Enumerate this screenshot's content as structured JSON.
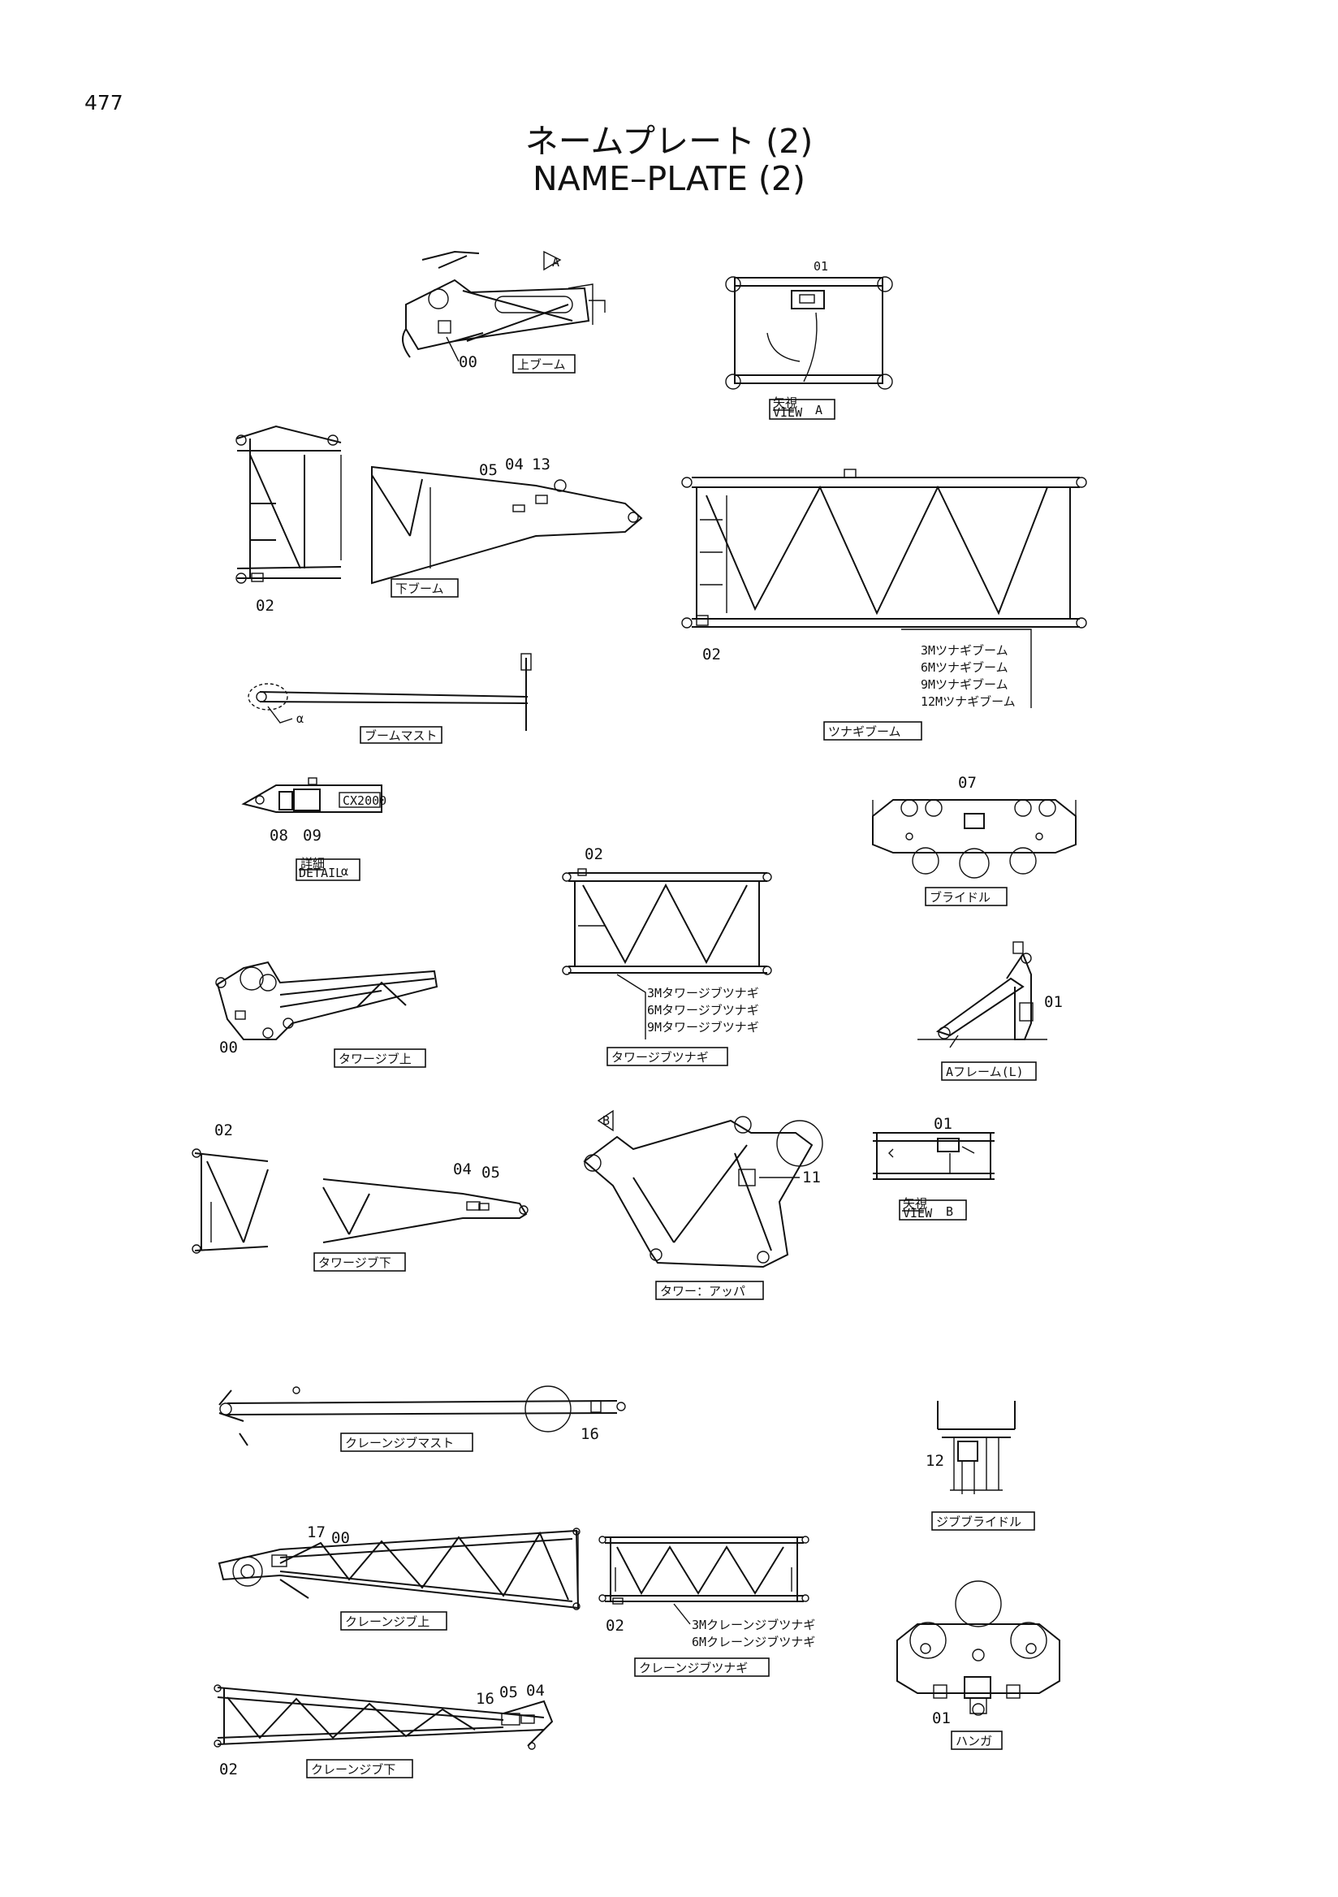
{
  "page_number": "477",
  "title_jp": "ネームプレート (2)",
  "title_en": "NAME–PLATE (2)",
  "components": [
    {
      "label": "上ブーム",
      "callouts": [
        "00"
      ],
      "view": "A"
    },
    {
      "label": "VIEW A",
      "callouts": [
        "01"
      ]
    },
    {
      "label": "下ブーム",
      "callouts": [
        "02",
        "05",
        "04",
        "13"
      ]
    },
    {
      "label": "ツナギブーム",
      "callouts": [
        "02"
      ],
      "sizes": [
        "3Mツナギブーム",
        "6Mツナギブーム",
        "9Mツナギブーム",
        "12Mツナギブーム"
      ]
    },
    {
      "label": "ブームマスト",
      "callouts": [
        "α"
      ]
    },
    {
      "label": "DETAIL α",
      "callouts": [
        "08",
        "09"
      ],
      "marking": "CX2000"
    },
    {
      "label": "ブライドル",
      "callouts": [
        "07"
      ]
    },
    {
      "label": "タワージブツナギ",
      "callouts": [
        "02"
      ],
      "sizes": [
        "3Mタワージブツナギ",
        "6Mタワージブツナギ",
        "9Mタワージブツナギ"
      ]
    },
    {
      "label": "タワージブ上",
      "callouts": [
        "00"
      ]
    },
    {
      "label": "Aフレーム(L)",
      "callouts": [
        "01"
      ]
    },
    {
      "label": "タワージブ下",
      "callouts": [
        "02",
        "04",
        "05"
      ]
    },
    {
      "label": "タワー：アッパ",
      "callouts": [
        "11"
      ],
      "view": "B"
    },
    {
      "label": "VIEW B",
      "callouts": [
        "01"
      ]
    },
    {
      "label": "クレーンジブマスト",
      "callouts": [
        "16"
      ]
    },
    {
      "label": "ジブブライドル",
      "callouts": [
        "12"
      ]
    },
    {
      "label": "クレーンジブ上",
      "callouts": [
        "17",
        "00"
      ]
    },
    {
      "label": "クレーンジブツナギ",
      "callouts": [
        "02"
      ],
      "sizes": [
        "3Mクレーンジブツナギ",
        "6Mクレーンジブツナギ"
      ]
    },
    {
      "label": "ハンガ",
      "callouts": [
        "01"
      ]
    },
    {
      "label": "クレーンジブ下",
      "callouts": [
        "02",
        "16",
        "05",
        "04"
      ]
    }
  ],
  "view_label_jp": "矢視",
  "detail_label_jp": "詳細",
  "view_word": "VIEW",
  "detail_word": "DETAIL"
}
